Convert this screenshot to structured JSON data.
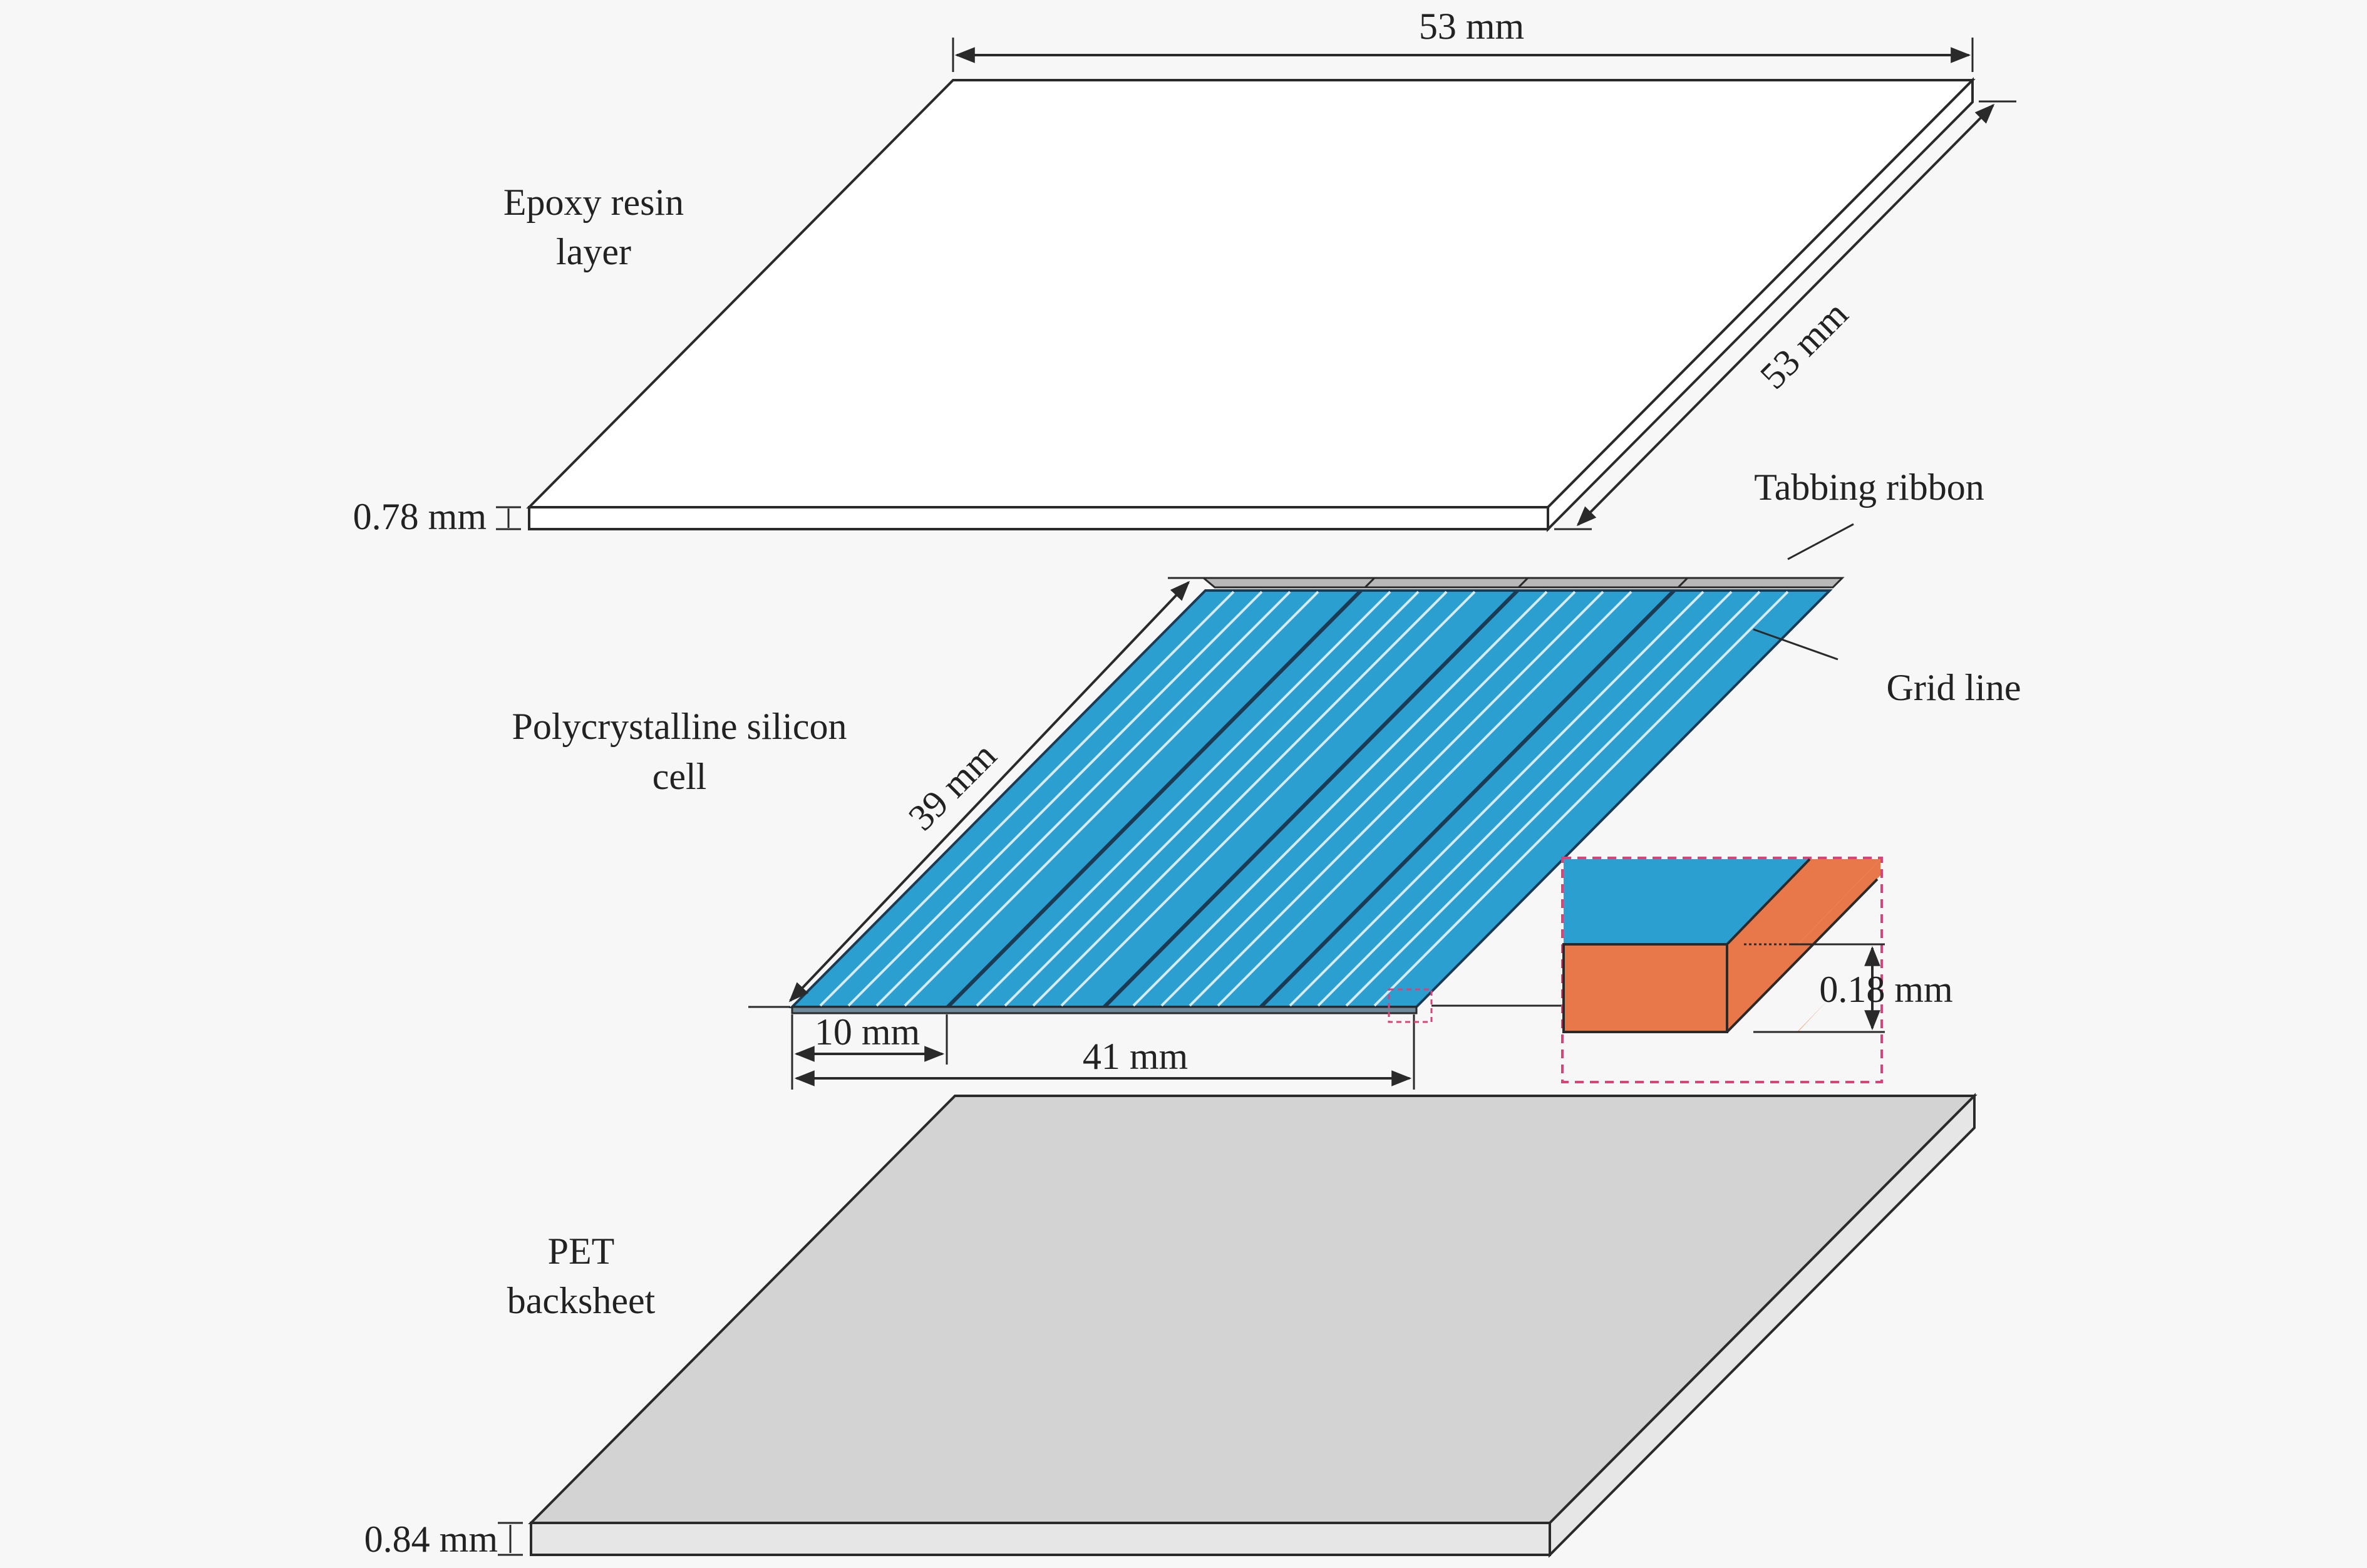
{
  "labels": {
    "epoxy_line1": "Epoxy resin",
    "epoxy_line2": "layer",
    "cell_line1": "Polycrystalline silicon",
    "cell_line2": "cell",
    "pet_line1": "PET",
    "pet_line2": "backsheet",
    "tabbing_ribbon": "Tabbing ribbon",
    "grid_line": "Grid line"
  },
  "dimensions": {
    "epoxy_width": "53 mm",
    "epoxy_depth": "53 mm",
    "epoxy_thickness": "0.78 mm",
    "cell_depth": "39 mm",
    "strip_width": "10 mm",
    "cell_width": "41 mm",
    "cell_thickness": "0.18 mm",
    "pet_thickness": "0.84 mm"
  },
  "colors": {
    "epoxy_fill": "#ffffff",
    "cell_blue": "#2a9fd0",
    "grid_white": "#e8f4fb",
    "ribbon_gray": "#b8b8b8",
    "inset_orange": "#e8784a",
    "inset_border": "#d9437a",
    "pet_gray": "#d3d3d3"
  }
}
